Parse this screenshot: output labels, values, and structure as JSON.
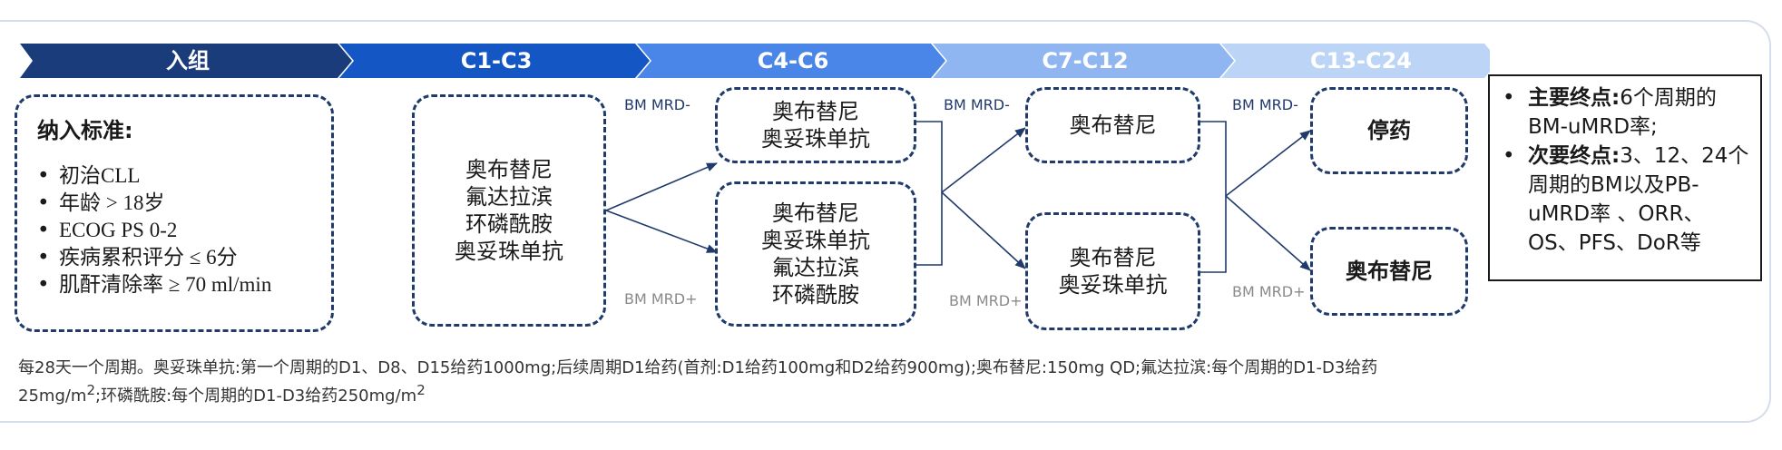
{
  "phases": [
    "入组",
    "C1-C3",
    "C4-C6",
    "C7-C12",
    "C13-C24"
  ],
  "colors": {
    "phase_1": "#1a3c7a",
    "phase_2": "#1356c4",
    "phase_3": "#4a86e8",
    "phase_4": "#8fb6f0",
    "phase_5": "#bcd4f6",
    "border": "#1f3a6b"
  },
  "inclusion": {
    "title": "纳入标准:",
    "items": [
      "初治CLL",
      "年龄 > 18岁",
      "ECOG PS 0-2",
      "疾病累积评分 ≤ 6分",
      "肌酐清除率 ≥ 70 ml/min"
    ]
  },
  "regimens": {
    "c1_c3": [
      "奥布替尼",
      "氟达拉滨",
      "环磷酰胺",
      "奥妥珠单抗"
    ],
    "c4_c6_neg": [
      "奥布替尼",
      "奥妥珠单抗"
    ],
    "c4_c6_pos": [
      "奥布替尼",
      "奥妥珠单抗",
      "氟达拉滨",
      "环磷酰胺"
    ],
    "c7_c12_neg": [
      "奥布替尼"
    ],
    "c7_c12_pos": [
      "奥布替尼",
      "奥妥珠单抗"
    ],
    "c13_neg": [
      "停药"
    ],
    "c13_pos": [
      "奥布替尼"
    ]
  },
  "mrd": {
    "neg": "BM MRD-",
    "pos": "BM MRD+"
  },
  "endpoints": {
    "primary_key": "主要终点:",
    "primary_text": "6个周期的BM-uMRD率;",
    "secondary_key": "次要终点:",
    "secondary_text": "3、12、24个周期的BM以及PB-uMRD率 、ORR、OS、PFS、DoR等"
  },
  "footnote": {
    "line1": "每28天一个周期。奥妥珠单抗:第一个周期的D1、D8、D15给药1000mg;后续周期D1给药(首剂:D1给药100mg和D2给药900mg);奥布替尼:150mg QD;氟达拉滨:每个周期的D1-D3给药",
    "line2_a": "25mg/m",
    "line2_sup1": "2",
    "line2_b": ";环磷酰胺:每个周期的D1-D3给药250mg/m",
    "line2_sup2": "2"
  }
}
